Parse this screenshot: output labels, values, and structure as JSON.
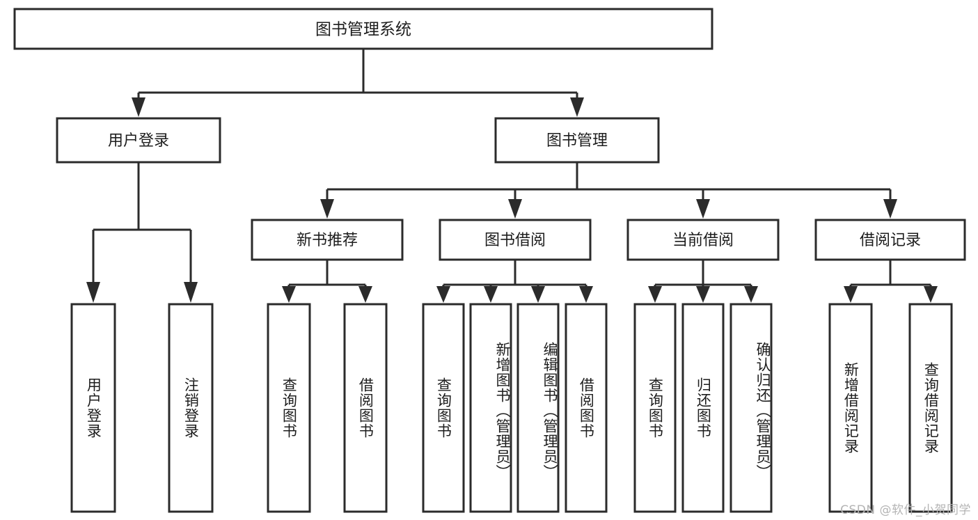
{
  "diagram": {
    "type": "tree-hierarchy-chart",
    "title": "图书管理系统",
    "orientation": "top-down",
    "colors": {
      "box_stroke": "#2b2b2b",
      "box_fill": "#ffffff",
      "connector": "#2b2b2b",
      "text": "#1d1d1d",
      "watermark": "#b4b4b4",
      "background": "#ffffff"
    },
    "root": {
      "id": "root",
      "label": "图书管理系统",
      "level": 0
    },
    "level1": [
      {
        "id": "user-login",
        "label": "用户登录",
        "level": 1
      },
      {
        "id": "book-management",
        "label": "图书管理",
        "level": 1
      }
    ],
    "level2": [
      {
        "id": "new-book-recommend",
        "label": "新书推荐",
        "level": 2,
        "parent": "book-management"
      },
      {
        "id": "book-borrow",
        "label": "图书借阅",
        "level": 2,
        "parent": "book-management"
      },
      {
        "id": "current-borrow",
        "label": "当前借阅",
        "level": 2,
        "parent": "book-management"
      },
      {
        "id": "borrow-record",
        "label": "借阅记录",
        "level": 2,
        "parent": "book-management"
      }
    ],
    "leaves": [
      {
        "id": "leaf-user-login",
        "label": "用户登录",
        "parent": "user-login"
      },
      {
        "id": "leaf-logout-login",
        "label": "注销登录",
        "parent": "user-login"
      },
      {
        "id": "leaf-query-book-1",
        "label": "查询图书",
        "parent": "new-book-recommend"
      },
      {
        "id": "leaf-borrow-book-1",
        "label": "借阅图书",
        "parent": "new-book-recommend"
      },
      {
        "id": "leaf-query-book-2",
        "label": "查询图书",
        "parent": "book-borrow"
      },
      {
        "id": "leaf-add-book",
        "label": "新增图书（管理员）",
        "parent": "book-borrow"
      },
      {
        "id": "leaf-edit-book",
        "label": "编辑图书（管理员）",
        "parent": "book-borrow"
      },
      {
        "id": "leaf-borrow-book-2",
        "label": "借阅图书",
        "parent": "book-borrow"
      },
      {
        "id": "leaf-query-book-3",
        "label": "查询图书",
        "parent": "current-borrow"
      },
      {
        "id": "leaf-return-book",
        "label": "归还图书",
        "parent": "current-borrow"
      },
      {
        "id": "leaf-confirm-return",
        "label": "确认归还（管理员）",
        "parent": "current-borrow"
      },
      {
        "id": "leaf-add-record",
        "label": "新增借阅记录",
        "parent": "borrow-record"
      },
      {
        "id": "leaf-query-record",
        "label": "查询借阅记录",
        "parent": "borrow-record"
      }
    ],
    "watermark": "CSDN @软件_小贺同学"
  }
}
